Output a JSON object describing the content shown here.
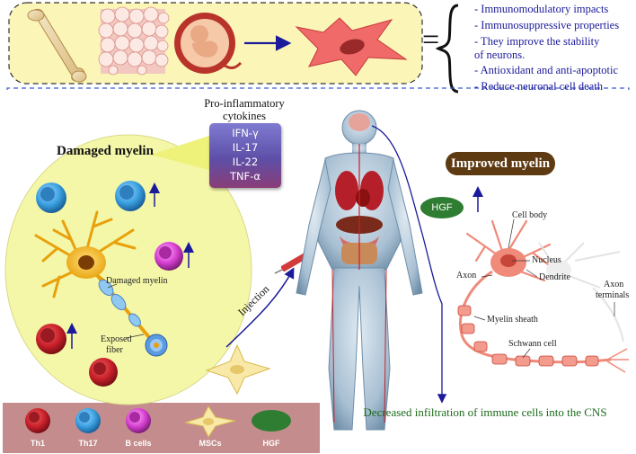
{
  "benefits": [
    "- Immunomodulatory impacts",
    "- Immunosuppressive properties",
    "- They improve the stability",
    "of neurons.",
    "- Antioxidant and anti-apoptotic",
    "- Reduce neuronal cell death"
  ],
  "equals_sign": "=",
  "cytokines": {
    "title_line1": "Pro-inflammatory",
    "title_line2": "cytokines",
    "items": [
      "IFN-γ",
      "IL-17",
      "IL-22",
      "TNF-α"
    ]
  },
  "damaged_panel": {
    "title": "Damaged myelin",
    "label_damaged": "Damaged myelin",
    "label_exposed_1": "Exposed",
    "label_exposed_2": "fiber"
  },
  "injection_label": "Injection",
  "improved_panel": {
    "title": "Improved myelin",
    "hgf_label": "HGF",
    "labels": {
      "cell_body": "Cell body",
      "nucleus": "Nucleus",
      "dendrite": "Dendrite",
      "axon": "Axon",
      "myelin_sheath": "Myelin sheath",
      "schwann_cell": "Schwann cell",
      "axon_terminals_1": "Axon",
      "axon_terminals_2": "terminals"
    }
  },
  "decreased_caption": "Decreased infiltration of immune cells into the CNS",
  "legend": [
    {
      "label": "Th1",
      "color": "#c8202a"
    },
    {
      "label": "Th17",
      "color": "#3aa0e0"
    },
    {
      "label": "B cells",
      "color": "#d63fd0"
    },
    {
      "label": "MSCs",
      "color": "#f8e9a8"
    },
    {
      "label": "HGF",
      "color": "#2e7d32"
    }
  ],
  "colors": {
    "top_panel": "#fbf6b8",
    "ellipse": "#f4f7a8",
    "msc": "#f06a6a",
    "arrow": "#1a1a9a",
    "text_blue": "#1a1a9a",
    "badge_brown": "#5e3a12",
    "legend_bar": "#c48c8c"
  }
}
